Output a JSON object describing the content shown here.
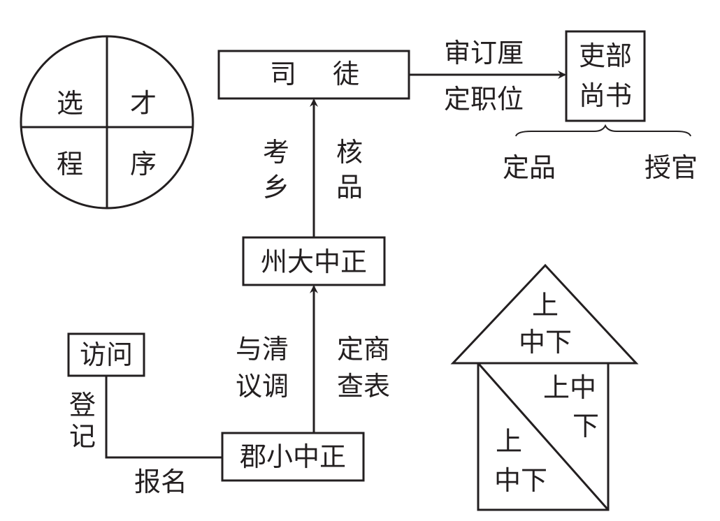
{
  "circle": {
    "top_left": "选",
    "top_right": "才",
    "bottom_left": "程",
    "bottom_right": "序"
  },
  "situ_box": {
    "left": "司",
    "right": "徒"
  },
  "situ_to_libu": {
    "top": "审订厘",
    "bottom": "定职位"
  },
  "libu_box": {
    "line1": "吏部",
    "line2": "尚书"
  },
  "brace_labels": {
    "left": "定品",
    "right": "授官"
  },
  "zhou_to_situ": {
    "left_1": "考",
    "left_2": "乡",
    "right_1": "核",
    "right_2": "品"
  },
  "zhou_box": "州大中正",
  "jun_to_zhou": {
    "left_1": "与清",
    "left_2": "议调",
    "right_1": "定商",
    "right_2": "查表"
  },
  "jun_box": "郡小中正",
  "fangwen_box": "访问",
  "dengji": {
    "c1": "登",
    "c2": "记"
  },
  "baoming": "报名",
  "house": {
    "roof_1": "上",
    "roof_2": "中下",
    "upper_right_1": "上中",
    "upper_right_2": "下",
    "lower_left_1": "上",
    "lower_left_2": "中下"
  }
}
